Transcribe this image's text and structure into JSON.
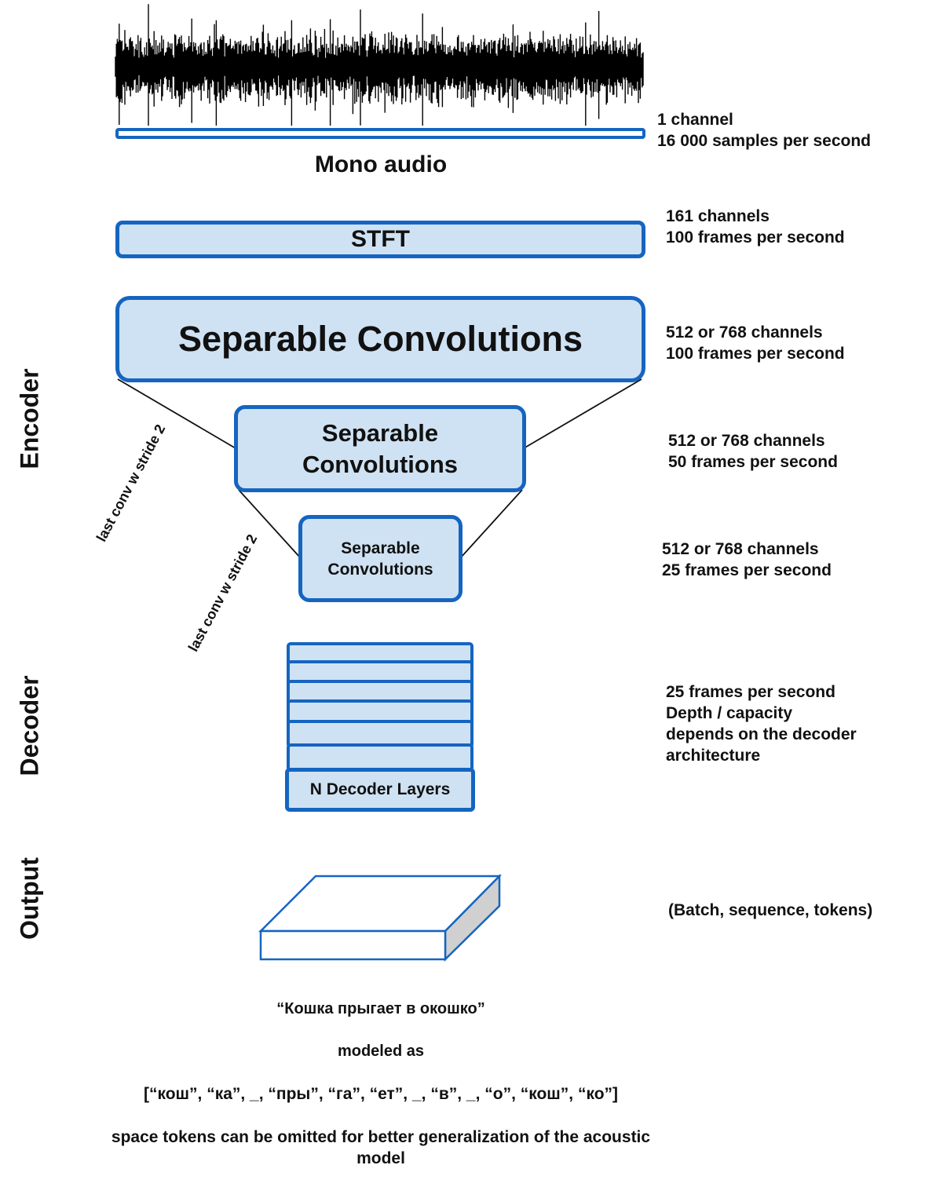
{
  "colors": {
    "accent": "#1565c0",
    "fill": "#cfe2f3",
    "side_fill": "#d0d0d0"
  },
  "top": {
    "title": "Mono audio",
    "note": "1 channel\n16 000 samples per second"
  },
  "stft": {
    "label": "STFT",
    "note": "161 channels\n100 frames per second"
  },
  "encoder": {
    "label": "Encoder",
    "block1": {
      "label": "Separable Convolutions",
      "note": "512 or 768 channels\n100 frames per second"
    },
    "block2": {
      "label": "Separable\nConvolutions",
      "note": "512 or 768 channels\n50 frames per second"
    },
    "block3": {
      "label": "Separable\nConvolutions",
      "note": "512 or 768 channels\n25 frames per second"
    },
    "stride_label_1": "last conv w stride 2",
    "stride_label_2": "last conv w stride 2"
  },
  "decoder": {
    "label": "Decoder",
    "layers_label": "N Decoder Layers",
    "note": "25 frames per second\nDepth / capacity\ndepends on the decoder\narchitecture"
  },
  "output": {
    "label": "Output",
    "note": "(Batch,  sequence,  tokens)",
    "phrase": "“Кошка прыгает в окошко”",
    "modeled_as": "modeled as",
    "tokens": "[“кош”, “ка”, _,  “пры”, “га”, “ет”, _, “в”, _, “о”, “кош”, “ко”]",
    "footnote": "space tokens can be omitted for better generalization of the acoustic\nmodel"
  }
}
